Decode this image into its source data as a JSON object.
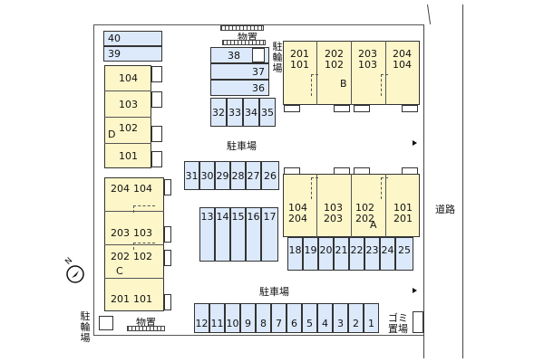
{
  "lot": {
    "road_label": "道路",
    "parking_label": "駐車場",
    "bike_parking_label": "駐輪場",
    "storage_label": "物置",
    "garbage_label": "ゴミ置場"
  },
  "parking": {
    "top_left": [
      "40",
      "39"
    ],
    "top_block": [
      "38",
      "37",
      "36"
    ],
    "upper_row": [
      "32",
      "33",
      "34",
      "35"
    ],
    "middle_row": [
      "31",
      "30",
      "29",
      "28",
      "27",
      "26"
    ],
    "center_block": [
      "13",
      "14",
      "15",
      "16",
      "17"
    ],
    "right_row": [
      "18",
      "19",
      "20",
      "21",
      "22",
      "23",
      "24",
      "25"
    ],
    "bottom_row": [
      "12",
      "11",
      "10",
      "9",
      "8",
      "7",
      "6",
      "5",
      "4",
      "3",
      "2",
      "1"
    ]
  },
  "buildings": {
    "B": {
      "label": "B",
      "units": [
        {
          "upper": "201",
          "lower": "101"
        },
        {
          "upper": "202",
          "lower": "102"
        },
        {
          "upper": "203",
          "lower": "103"
        },
        {
          "upper": "204",
          "lower": "104"
        }
      ]
    },
    "A": {
      "label": "A",
      "units": [
        {
          "upper": "104",
          "lower": "204"
        },
        {
          "upper": "103",
          "lower": "203"
        },
        {
          "upper": "102",
          "lower": "202"
        },
        {
          "upper": "101",
          "lower": "201"
        }
      ]
    },
    "D": {
      "label": "D",
      "units": [
        "104",
        "103",
        "102",
        "101"
      ]
    },
    "C": {
      "label": "C",
      "units": [
        {
          "upper": "204",
          "lower": "104"
        },
        {
          "upper": "203",
          "lower": "103"
        },
        {
          "upper": "202",
          "lower": "102"
        },
        {
          "upper": "201",
          "lower": "101"
        }
      ]
    }
  },
  "compass": {
    "north_label": "N"
  }
}
